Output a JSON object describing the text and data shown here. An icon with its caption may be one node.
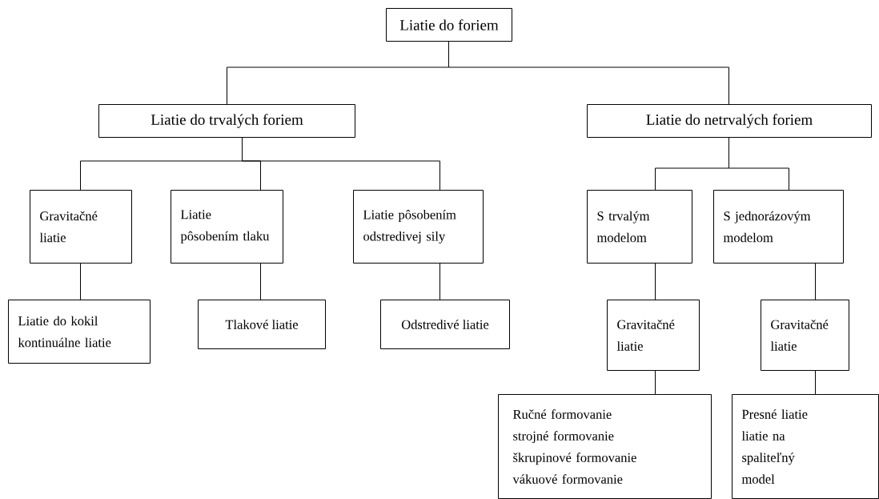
{
  "diagram": {
    "nodes": [
      {
        "text": [
          "Liatie do foriem"
        ]
      },
      {
        "text": [
          "Liatie do trvalých foriem"
        ]
      },
      {
        "text": [
          "Liatie do netrvalých foriem"
        ]
      },
      {
        "text": [
          "Gravitačné liatie"
        ]
      },
      {
        "text": [
          "Liatie pôsobením tlaku"
        ]
      },
      {
        "text": [
          "Liatie pôsobením odstredivej sily"
        ]
      },
      {
        "text": [
          "S trvalým modelom"
        ]
      },
      {
        "text": [
          "S jednorázovým modelom"
        ]
      },
      {
        "text": [
          "Liatie do kokil kontinuálne liatie"
        ]
      },
      {
        "text": [
          "Tlakové liatie"
        ]
      },
      {
        "text": [
          "Odstredivé liatie"
        ]
      },
      {
        "text": [
          "Gravitačné liatie"
        ]
      },
      {
        "text": [
          "Gravitačné liatie"
        ]
      },
      {
        "text": [
          "Ručné formovanie strojné formovanie škrupinové formovanie vákuové formovanie"
        ]
      },
      {
        "text": [
          "Presné liatie liatie na spaliteľný model"
        ]
      }
    ],
    "edges": [
      {
        "from": 0,
        "to": 1,
        "arrow": "none"
      },
      {
        "from": 0,
        "to": 2,
        "arrow": "none"
      },
      {
        "from": 1,
        "to": 3,
        "arrow": "none"
      },
      {
        "from": 1,
        "to": 4,
        "arrow": "none"
      },
      {
        "from": 1,
        "to": 5,
        "arrow": "none"
      },
      {
        "from": 2,
        "to": 6,
        "arrow": "none"
      },
      {
        "from": 2,
        "to": 7,
        "arrow": "none"
      },
      {
        "from": 3,
        "to": 8,
        "arrow": "none"
      },
      {
        "from": 4,
        "to": 9,
        "arrow": "none"
      },
      {
        "from": 5,
        "to": 10,
        "arrow": "none"
      },
      {
        "from": 6,
        "to": 11,
        "arrow": "none"
      },
      {
        "from": 7,
        "to": 12,
        "arrow": "none"
      },
      {
        "from": 11,
        "to": 13,
        "arrow": "none"
      },
      {
        "from": 12,
        "to": 14,
        "arrow": "none"
      }
    ]
  }
}
